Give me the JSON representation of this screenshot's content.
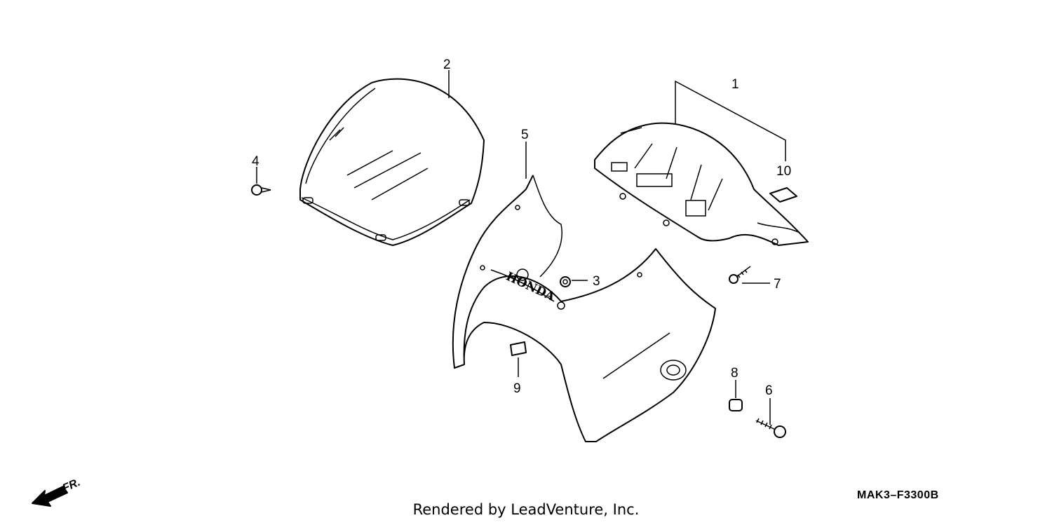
{
  "callouts": [
    "1",
    "2",
    "3",
    "4",
    "5",
    "6",
    "7",
    "8",
    "9",
    "10"
  ],
  "fr_label": "FR.",
  "emblem_text": "HONDA",
  "reference_code": "MAK3–F3300B",
  "footer": "Rendered by LeadVenture, Inc."
}
